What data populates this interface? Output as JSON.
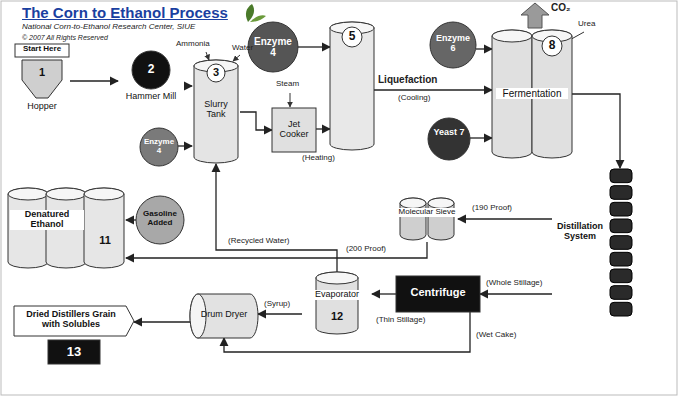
{
  "diagram": {
    "title": "The Corn to Ethanol Process",
    "nodes": [
      {
        "text": [
          "Start Here",
          "1",
          "Hopper"
        ]
      },
      {
        "text": [
          "2",
          "Hammer Mill"
        ]
      },
      {
        "text": [
          "3",
          "Slurry Tank"
        ]
      },
      {
        "text": [
          "Enzyme 4"
        ]
      },
      {
        "text": [
          "Jet Cooker"
        ]
      },
      {
        "text": [
          "Enzyme 4"
        ]
      },
      {
        "text": [
          "5"
        ]
      },
      {
        "text": [
          "Enzyme 6"
        ]
      },
      {
        "text": [
          "8",
          "Fermentation"
        ]
      },
      {
        "text": [
          "Yeast 7"
        ]
      },
      {
        "text": [
          "Distillation System"
        ]
      },
      {
        "text": [
          "Molecular Sieve"
        ]
      },
      {
        "text": [
          "Denatured Ethanol",
          "11"
        ]
      },
      {
        "text": [
          "Gasoline Added"
        ]
      },
      {
        "text": [
          "Evaporator",
          "12"
        ]
      },
      {
        "text": [
          "Centrifuge"
        ]
      },
      {
        "text": [
          "Drum Dryer"
        ]
      },
      {
        "text": [
          "Dried Distillers Grain with Solubles",
          "13"
        ]
      }
    ],
    "edges": [
      {
        "from": 0,
        "to": 1,
        "arrow": "to"
      },
      {
        "from": 1,
        "to": 2,
        "arrow": "to"
      },
      {
        "from": 3,
        "to": 2,
        "arrow": "to"
      },
      {
        "from": 2,
        "to": 4,
        "arrow": "to"
      },
      {
        "from": 4,
        "to": 6,
        "label": "(Heating)",
        "arrow": "to"
      },
      {
        "from": 5,
        "to": 6,
        "arrow": "to"
      },
      {
        "from": 6,
        "to": 8,
        "label": "(Cooling)",
        "arrow": "to"
      },
      {
        "from": 7,
        "to": 8,
        "arrow": "to"
      },
      {
        "from": 9,
        "to": 8,
        "arrow": "to"
      },
      {
        "from": 8,
        "to": 10,
        "arrow": "to"
      },
      {
        "from": 10,
        "to": 11,
        "label": "(190 Proof)",
        "arrow": "to"
      },
      {
        "from": 11,
        "to": 12,
        "label": "(200 Proof)",
        "arrow": "to"
      },
      {
        "from": 13,
        "to": 12,
        "arrow": "to"
      },
      {
        "from": 10,
        "to": 15,
        "label": "(Whole Stillage)",
        "arrow": "to"
      },
      {
        "from": 15,
        "to": 14,
        "label": "(Thin Stillage)",
        "arrow": "to"
      },
      {
        "from": 15,
        "to": 16,
        "label": "(Wet Cake)",
        "arrow": "to"
      },
      {
        "from": 14,
        "to": 16,
        "label": "(Syrup)",
        "arrow": "to"
      },
      {
        "from": 14,
        "to": 2,
        "label": "(Recycled Water)",
        "arrow": "to"
      },
      {
        "from": 16,
        "to": 17,
        "arrow": "to"
      }
    ],
    "labels": [
      "National Corn-to-Ethanol Research Center, SIUE",
      "© 2007 All Rights Reserved",
      "Ammonia",
      "Water",
      "Steam",
      "Liquefaction",
      "CO₂",
      "Urea"
    ]
  }
}
